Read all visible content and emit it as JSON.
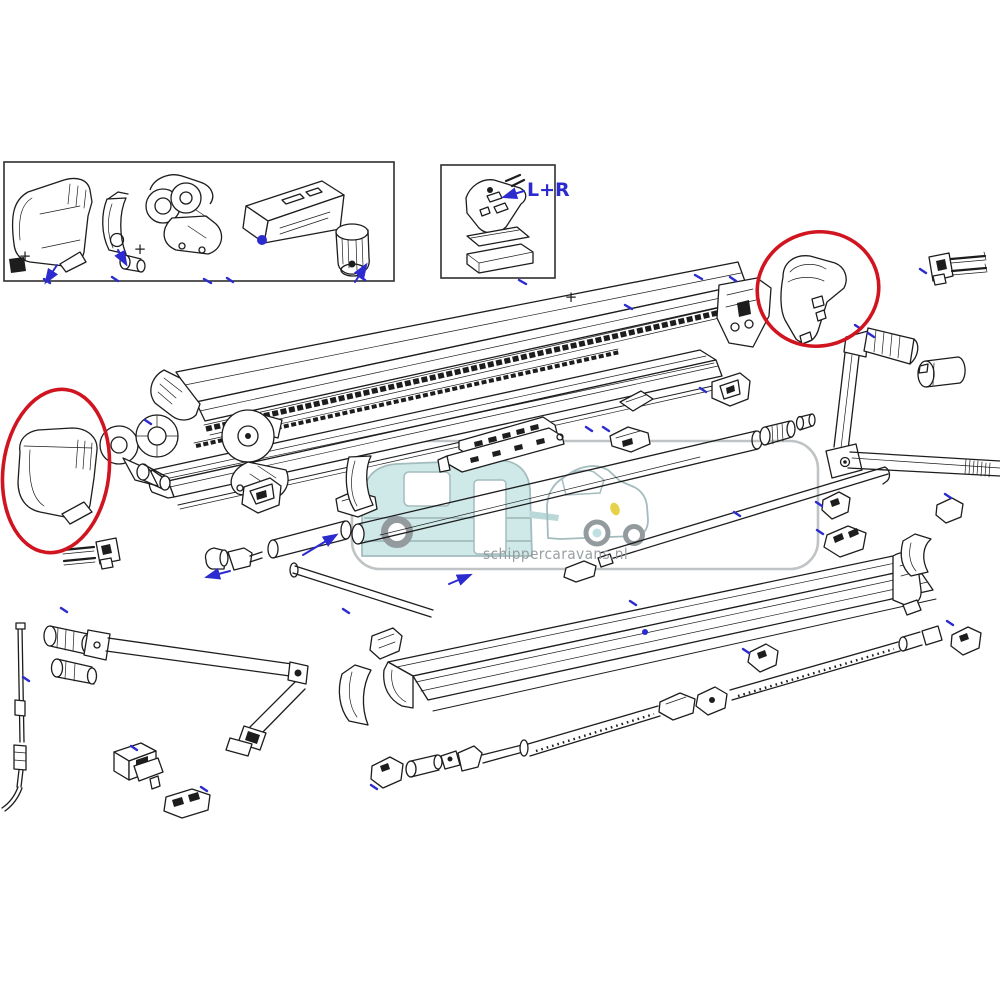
{
  "figure": {
    "type": "exploded-parts-diagram",
    "labels": {
      "left_right_marker": "L+R",
      "plus_marker": "+"
    },
    "watermark": {
      "text": "schippercaravans.nl"
    },
    "colors": {
      "background": "#ffffff",
      "line": "#1d1d1d",
      "accent_blue": "#2b2bd0",
      "highlight_red": "#d01420",
      "watermark_teal": "#cfe9e9",
      "watermark_outline": "#a3bcbd",
      "watermark_gray": "#939b9f",
      "watermark_frame": "#bfc3c5",
      "watermark_yellow": "#e6d24a"
    }
  }
}
